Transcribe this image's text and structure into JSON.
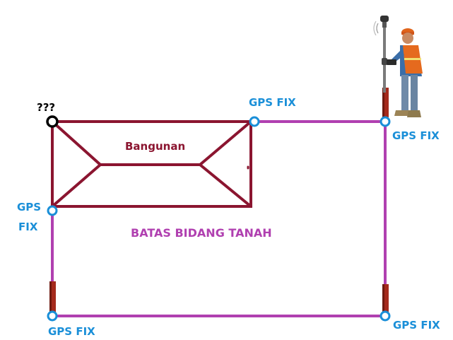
{
  "labels": {
    "unknown_point": "???",
    "building": "Bangunan",
    "boundary": "BATAS BIDANG TANAH",
    "gps_top_mid": "GPS FIX",
    "gps_top_right": "GPS FIX",
    "gps_left_line1": "GPS",
    "gps_left_line2": "FIX",
    "gps_bottom_left": "GPS FIX",
    "gps_bottom_right": "GPS FIX"
  },
  "colors": {
    "boundary_line": "#b040b0",
    "building_line": "#8b1530",
    "gps_text": "#1a8fd8",
    "gps_marker": "#1a8fd8",
    "boundary_text": "#b040b0",
    "building_text": "#8b1530",
    "unknown_text": "#000000"
  },
  "icons": {
    "surveyor": "surveyor-with-gps-rover-pole",
    "stakes": "survey-stake-icon"
  }
}
